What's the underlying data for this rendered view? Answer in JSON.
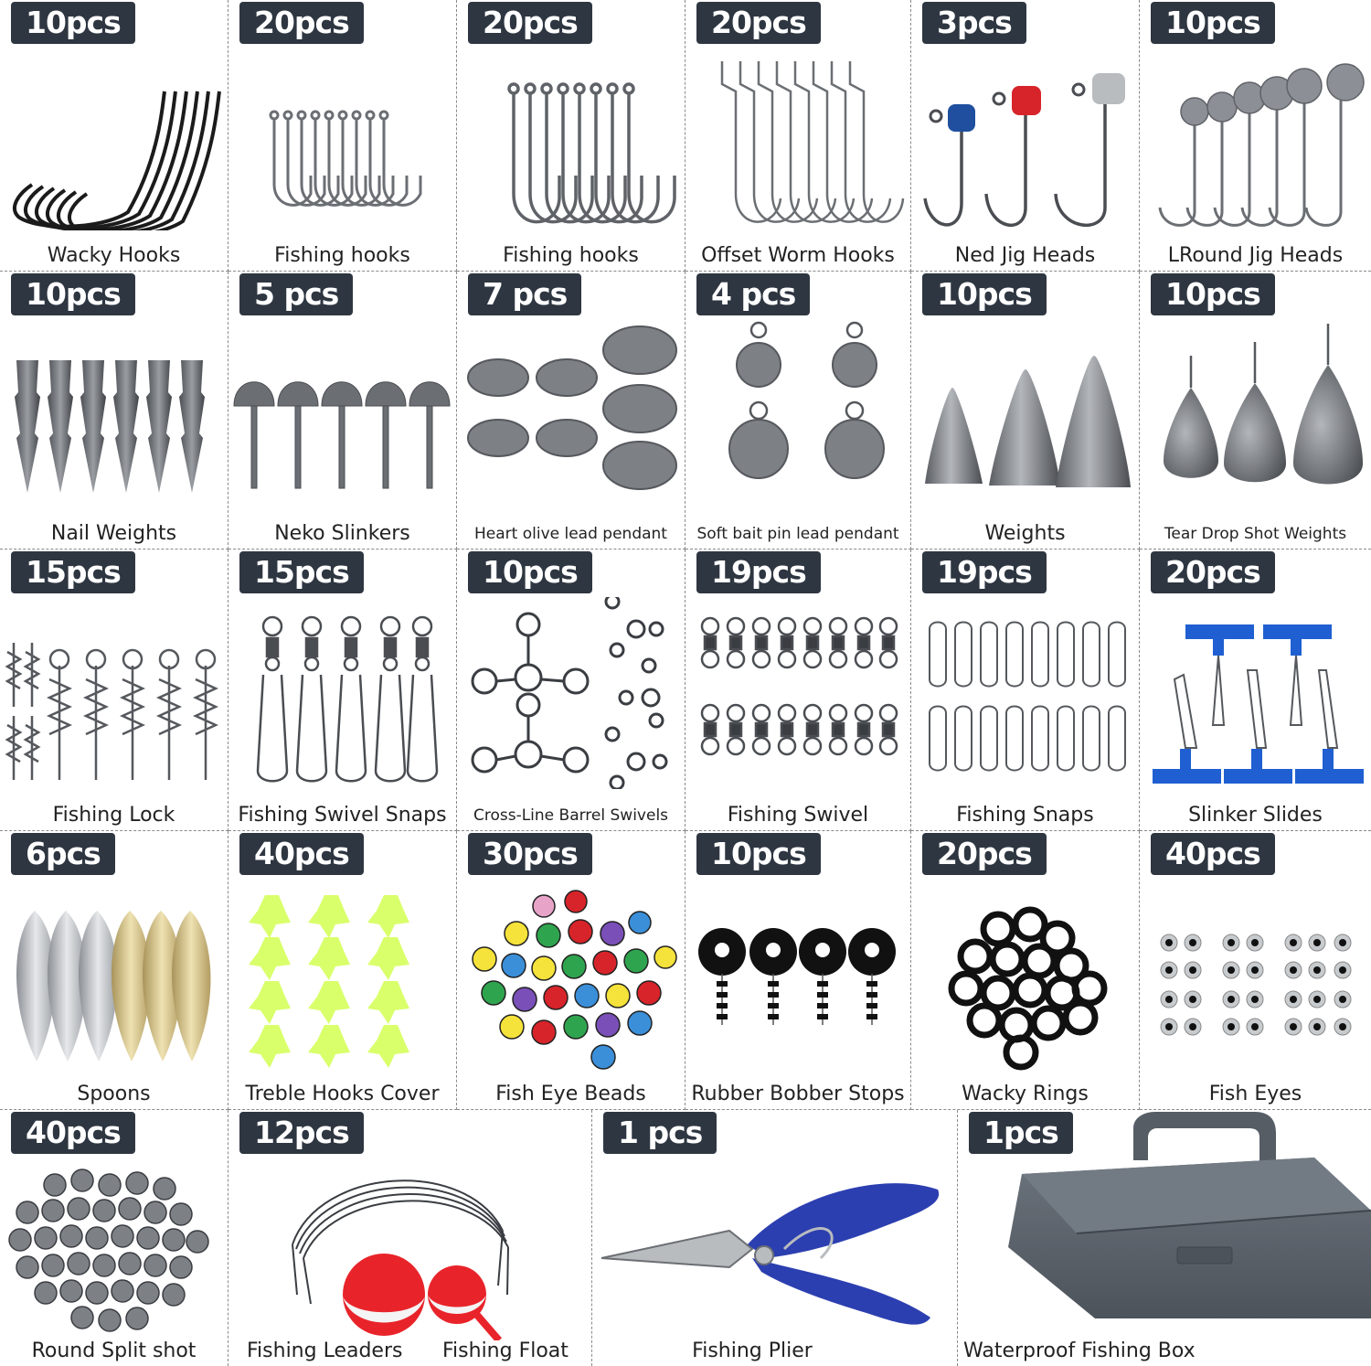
{
  "colors": {
    "badge_bg": "#2e3641",
    "badge_text": "#ffffff",
    "label_text": "#222222",
    "divider": "#8a8a8a"
  },
  "rows": [
    [
      {
        "count": "10pcs",
        "label": "Wacky Hooks",
        "icon": "wacky-hooks-icon"
      },
      {
        "count": "20pcs",
        "label": "Fishing hooks",
        "icon": "fishing-hooks-icon"
      },
      {
        "count": "20pcs",
        "label": "Fishing hooks",
        "icon": "large-fishing-hooks-icon"
      },
      {
        "count": "20pcs",
        "label": "Offset Worm Hooks",
        "icon": "offset-worm-hooks-icon"
      },
      {
        "count": "3pcs",
        "label": "Ned Jig Heads",
        "icon": "ned-jig-heads-icon"
      },
      {
        "count": "10pcs",
        "label": "LRound Jig Heads",
        "icon": "round-jig-heads-icon"
      }
    ],
    [
      {
        "count": "10pcs",
        "label": "Nail Weights",
        "icon": "nail-weights-icon"
      },
      {
        "count": "5 pcs",
        "label": "Neko Slinkers",
        "icon": "neko-slinkers-icon"
      },
      {
        "count": "7 pcs",
        "label": "Heart olive lead pendant",
        "icon": "olive-lead-icon",
        "small": true
      },
      {
        "count": "4 pcs",
        "label": "Soft bait pin lead pendant",
        "icon": "pin-lead-icon",
        "small": true
      },
      {
        "count": "10pcs",
        "label": "Weights",
        "icon": "bullet-weights-icon"
      },
      {
        "count": "10pcs",
        "label": "Tear Drop Shot Weights",
        "icon": "tear-drop-weights-icon",
        "small": true
      }
    ],
    [
      {
        "count": "15pcs",
        "label": "Fishing Lock",
        "icon": "fishing-lock-icon"
      },
      {
        "count": "15pcs",
        "label": "Fishing Swivel Snaps",
        "icon": "swivel-snaps-icon"
      },
      {
        "count": "10pcs",
        "label": "Cross-Line Barrel Swivels",
        "icon": "three-way-swivels-icon",
        "small": true
      },
      {
        "count": "19pcs",
        "label": "Fishing Swivel",
        "icon": "fishing-swivel-icon"
      },
      {
        "count": "19pcs",
        "label": "Fishing Snaps",
        "icon": "fishing-snaps-icon"
      },
      {
        "count": "20pcs",
        "label": "Slinker Slides",
        "icon": "slinker-slides-icon"
      }
    ],
    [
      {
        "count": "6pcs",
        "label": "Spoons",
        "icon": "spoons-icon"
      },
      {
        "count": "40pcs",
        "label": "Treble Hooks Cover",
        "icon": "treble-hooks-cover-icon"
      },
      {
        "count": "30pcs",
        "label": "Fish Eye Beads",
        "icon": "fish-eye-beads-icon"
      },
      {
        "count": "10pcs",
        "label": "Rubber Bobber Stops",
        "icon": "bobber-stops-icon"
      },
      {
        "count": "20pcs",
        "label": "Wacky Rings",
        "icon": "wacky-rings-icon"
      },
      {
        "count": "40pcs",
        "label": "Fish Eyes",
        "icon": "fish-eyes-icon"
      }
    ]
  ],
  "bottom": [
    {
      "count": "40pcs",
      "label": "Round Split shot",
      "icon": "split-shot-icon"
    },
    {
      "count": "12pcs",
      "label": "Fishing Leaders",
      "label2": "Fishing Float",
      "icon": "leaders-float-icon"
    },
    {
      "count": "1 pcs",
      "label": "Fishing Plier",
      "icon": "fishing-plier-icon"
    },
    {
      "count": "1pcs",
      "label": "Waterproof Fishing Box",
      "icon": "fishing-box-icon"
    }
  ]
}
